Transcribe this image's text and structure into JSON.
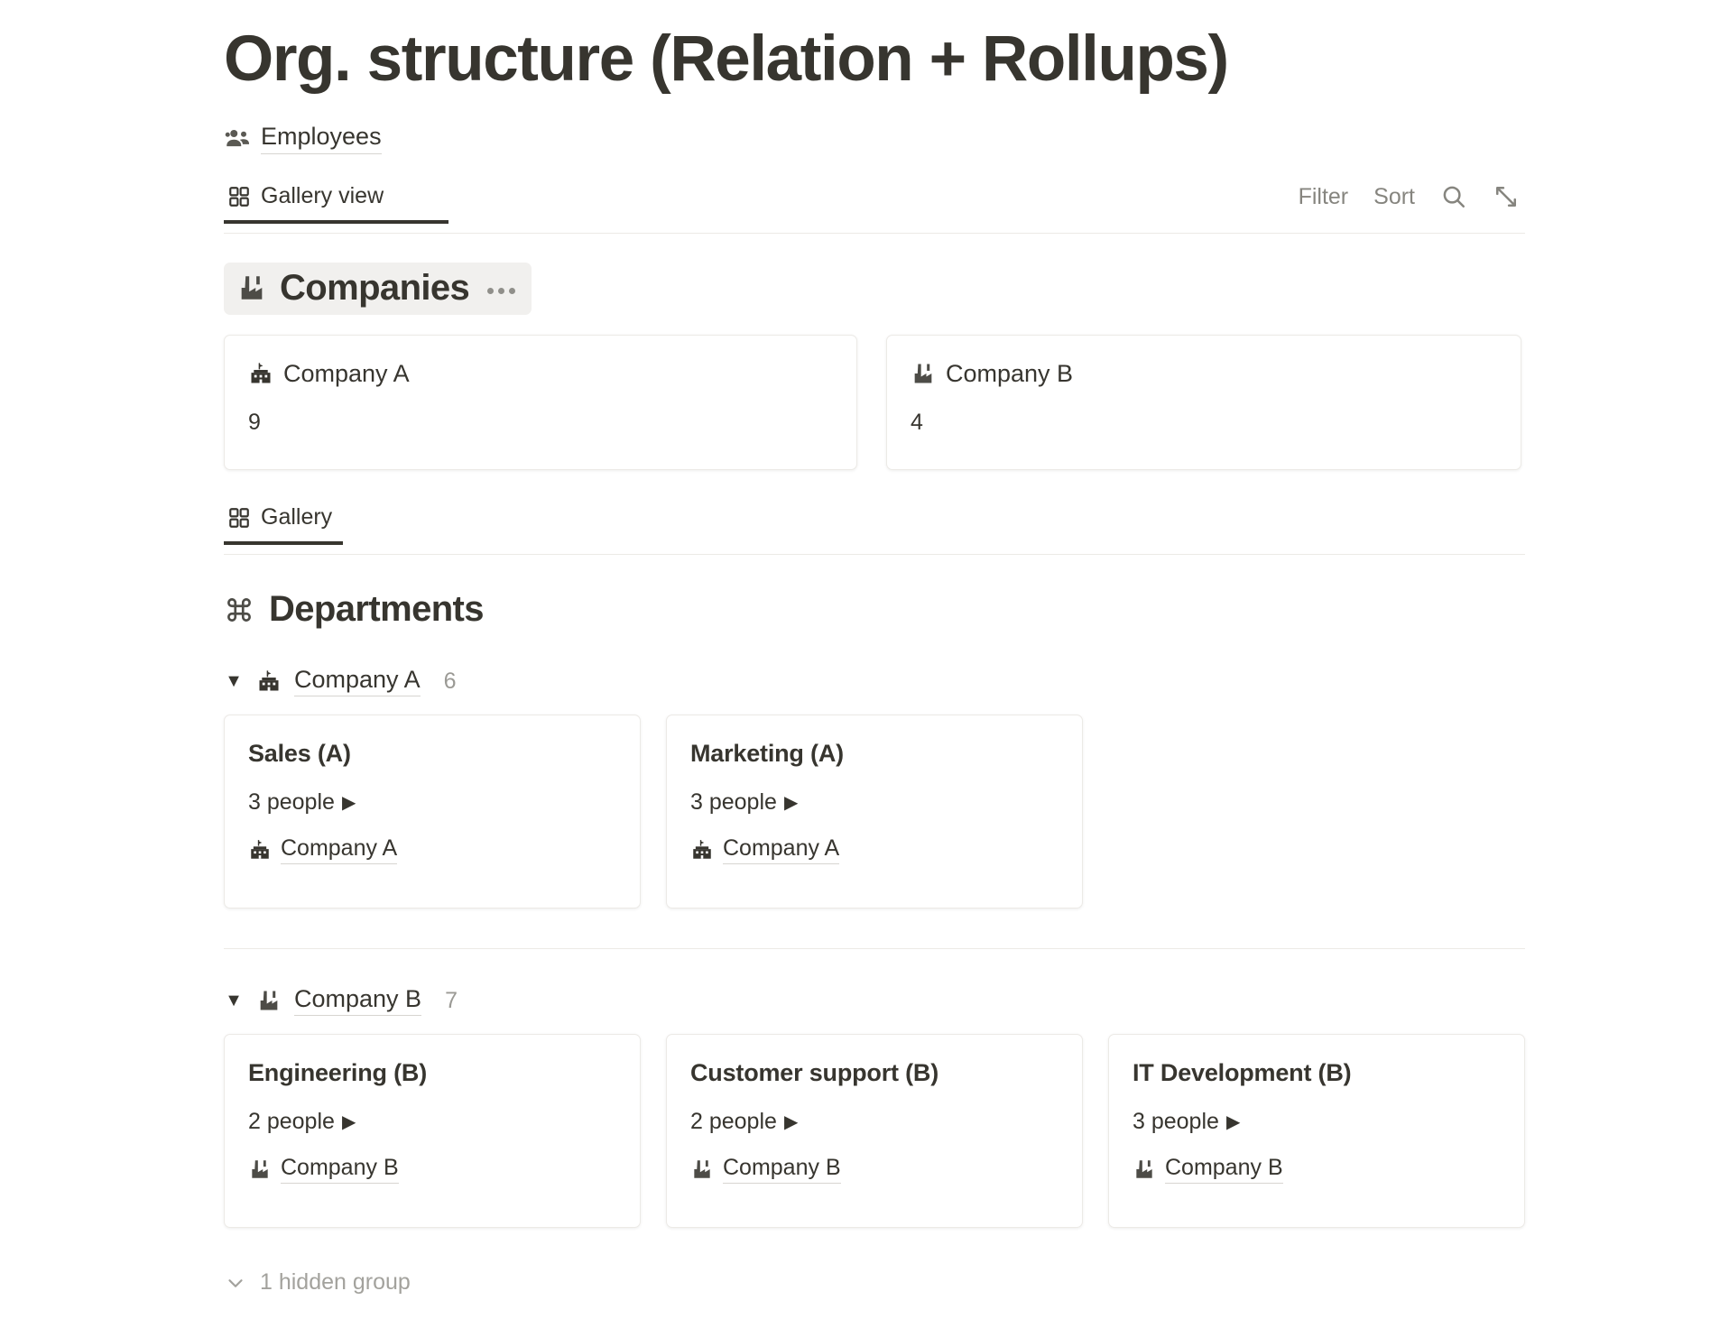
{
  "page": {
    "title": "Org. structure (Relation + Rollups)",
    "source": {
      "label": "Employees",
      "icon": "people-group-icon"
    }
  },
  "toolbar": {
    "view_tab": {
      "label": "Gallery view",
      "icon": "gallery-grid-icon",
      "active": true
    },
    "filter_label": "Filter",
    "sort_label": "Sort",
    "search_icon": "search-icon",
    "expand_icon": "expand-arrows-icon"
  },
  "companies_section": {
    "heading": {
      "label": "Companies",
      "icon": "factory-icon"
    },
    "menu_icon": "ellipsis-icon",
    "cards": [
      {
        "title": "Company A",
        "icon": "school-building-icon",
        "value": "9"
      },
      {
        "title": "Company B",
        "icon": "factory-icon",
        "value": "4"
      }
    ]
  },
  "gallery_tab": {
    "label": "Gallery",
    "icon": "gallery-grid-icon",
    "active": true
  },
  "departments_section": {
    "heading": {
      "label": "Departments",
      "icon": "command-loop-icon"
    },
    "groups": [
      {
        "name": "Company A",
        "icon": "school-building-icon",
        "count": "6",
        "caret": "▼",
        "cards": [
          {
            "title": "Sales (A)",
            "people": "3 people",
            "caret": "▶",
            "relation": "Company A",
            "relation_icon": "school-building-icon"
          },
          {
            "title": "Marketing (A)",
            "people": "3 people",
            "caret": "▶",
            "relation": "Company A",
            "relation_icon": "school-building-icon"
          }
        ]
      },
      {
        "name": "Company B",
        "icon": "factory-icon",
        "count": "7",
        "caret": "▼",
        "cards": [
          {
            "title": "Engineering (B)",
            "people": "2 people",
            "caret": "▶",
            "relation": "Company B",
            "relation_icon": "factory-icon"
          },
          {
            "title": "Customer support (B)",
            "people": "2 people",
            "caret": "▶",
            "relation": "Company B",
            "relation_icon": "factory-icon"
          },
          {
            "title": "IT Development (B)",
            "people": "3 people",
            "caret": "▶",
            "relation": "Company B",
            "relation_icon": "factory-icon"
          }
        ]
      }
    ],
    "hidden_group_label": "1 hidden group",
    "hidden_group_icon": "chevron-down-icon"
  },
  "colors": {
    "text": "#37352f",
    "muted": "#86857f",
    "faint": "#a3a29d",
    "border": "#eceae6",
    "chip_bg": "#f1f0ee",
    "underline": "#d7d5d1"
  }
}
